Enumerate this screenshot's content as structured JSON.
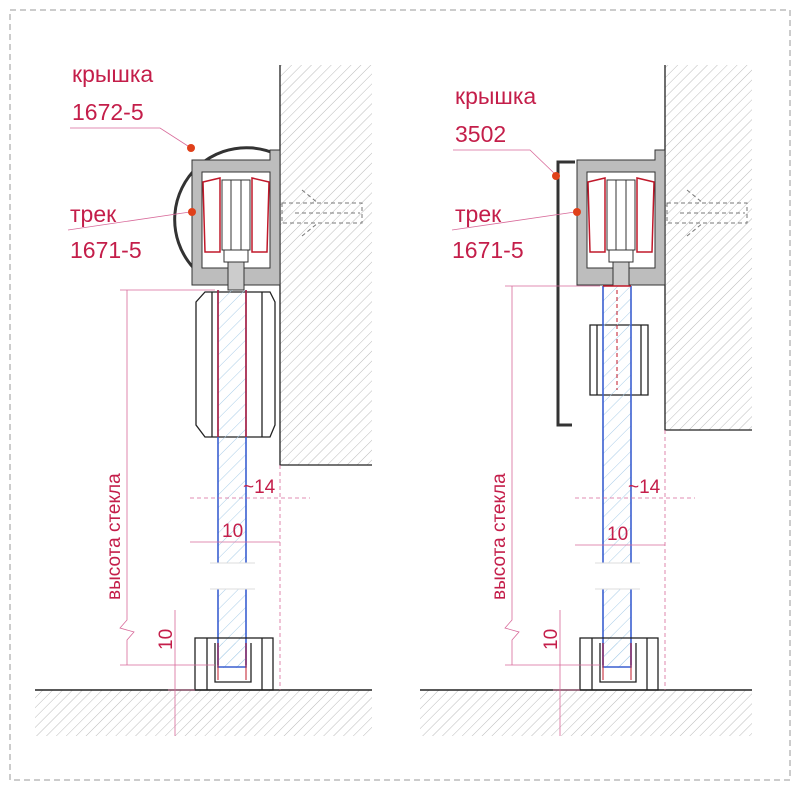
{
  "left": {
    "cover_label": "крышка",
    "cover_code": "1672-5",
    "track_label": "трек",
    "track_code": "1671-5",
    "glass_height_label": "высота стекла",
    "gap_dim": "~14",
    "glass_thickness_dim": "10",
    "bottom_clearance_dim": "10"
  },
  "right": {
    "cover_label": "крышка",
    "cover_code": "3502",
    "track_label": "трек",
    "track_code": "1671-5",
    "glass_height_label": "высота стекла",
    "gap_dim": "~14",
    "glass_thickness_dim": "10",
    "bottom_clearance_dim": "10"
  },
  "colors": {
    "annotation": "#c41e4a",
    "glass_edge": "#3a5fd0",
    "roller": "#c0182a",
    "profile": "#b8b8b8"
  }
}
